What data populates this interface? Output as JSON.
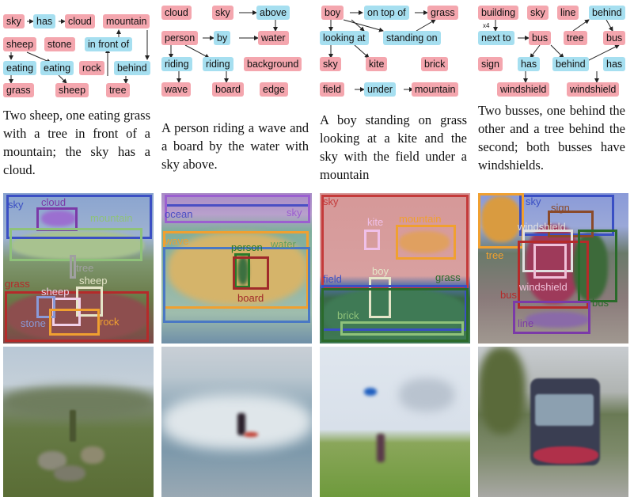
{
  "panels": [
    {
      "graph": {
        "objects": [
          "sky",
          "cloud",
          "mountain",
          "sheep",
          "stone",
          "rock",
          "grass",
          "sheep",
          "tree"
        ],
        "relations": [
          "has",
          "in front of",
          "eating",
          "eating",
          "behind"
        ]
      },
      "caption": "Two sheep, one eating grass with a tree in front of a mountain; the sky has a cloud.",
      "layout_labels": [
        "sky",
        "cloud",
        "mountain",
        "tree",
        "grass",
        "sheep",
        "sheep",
        "stone",
        "rock"
      ]
    },
    {
      "graph": {
        "objects": [
          "cloud",
          "sky",
          "person",
          "water",
          "wave",
          "board",
          "background",
          "edge"
        ],
        "relations": [
          "above",
          "by",
          "riding",
          "riding"
        ]
      },
      "caption": "A person riding a wave and a board by the water with sky above.",
      "layout_labels": [
        "ocean",
        "sky",
        "wave",
        "water",
        "person",
        "board"
      ]
    },
    {
      "graph": {
        "objects": [
          "boy",
          "grass",
          "sky",
          "kite",
          "brick",
          "field",
          "mountain"
        ],
        "relations": [
          "on top of",
          "looking at",
          "standing on",
          "under"
        ]
      },
      "caption": "A boy standing on grass looking at a kite and the sky with the field under a mountain",
      "layout_labels": [
        "sky",
        "kite",
        "mountain",
        "boy",
        "field",
        "grass",
        "brick"
      ]
    },
    {
      "graph": {
        "objects": [
          "building",
          "sky",
          "line",
          "bus",
          "tree",
          "bus",
          "sign",
          "windshield",
          "windshield"
        ],
        "relations": [
          "behind",
          "next to",
          "has",
          "behind",
          "has"
        ],
        "multiplier": "x4"
      },
      "caption": "Two busses, one behind the other and a tree behind the second; both busses have windshields.",
      "layout_labels": [
        "sky",
        "sign",
        "windshield",
        "tree",
        "windshield",
        "bus",
        "bus",
        "line"
      ]
    }
  ],
  "colors": {
    "object_node": "#f4a6ae",
    "relation_node": "#a6dff0"
  }
}
